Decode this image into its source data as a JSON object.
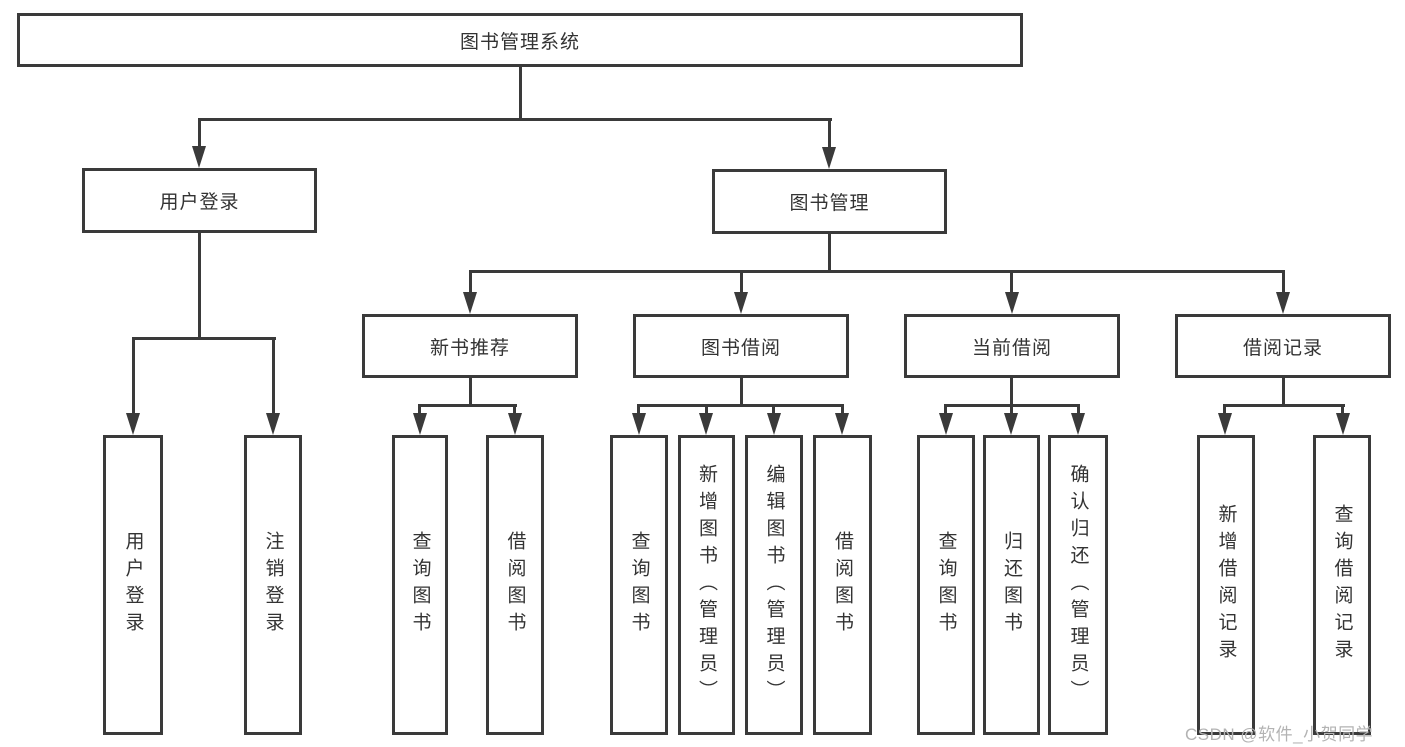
{
  "root": {
    "label": "图书管理系统"
  },
  "level1": {
    "user_login": "用户登录",
    "book_mgmt": "图书管理"
  },
  "level2": {
    "new_book_rec": "新书推荐",
    "book_borrow": "图书借阅",
    "current_borrow": "当前借阅",
    "borrow_records": "借阅记录"
  },
  "leaves": {
    "user_login": "用户登录",
    "logout": "注销登录",
    "rec_query": "查询图书",
    "rec_borrow": "借阅图书",
    "bb_query": "查询图书",
    "bb_add": "新增图书（管理员）",
    "bb_edit": "编辑图书（管理员）",
    "bb_borrow": "借阅图书",
    "cb_query": "查询图书",
    "cb_return": "归还图书",
    "cb_confirm": "确认归还（管理员）",
    "br_add": "新增借阅记录",
    "br_query": "查询借阅记录"
  },
  "watermark": "CSDN @软件_小贺同学",
  "colors": {
    "line": "#3a3a3a",
    "text": "#333333",
    "watermark": "#b3b3b3",
    "background": "#ffffff"
  }
}
